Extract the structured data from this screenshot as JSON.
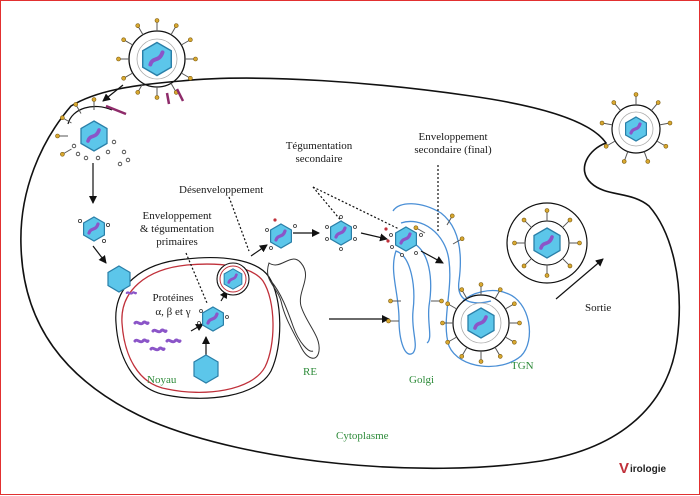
{
  "labels": {
    "desenveloppement": "Désenveloppement",
    "tegumentation_secondaire_1": "Tégumentation",
    "tegumentation_secondaire_2": "secondaire",
    "enveloppement_final_1": "Enveloppement",
    "enveloppement_final_2": "secondaire (final)",
    "enveloppement_primaire_1": "Enveloppement",
    "enveloppement_primaire_2": "& tégumentation",
    "enveloppement_primaire_3": "primaires",
    "proteines_1": "Protéines",
    "proteines_2": "α, β et γ",
    "sortie": "Sortie",
    "noyau": "Noyau",
    "re": "RE",
    "golgi": "Golgi",
    "tgn": "TGN",
    "cytoplasme": "Cytoplasme"
  },
  "logo": {
    "initial": "V",
    "text": "irologie"
  },
  "colors": {
    "border": "#e23030",
    "capsid": "#5cc6ea",
    "capsid_stroke": "#2a7fa8",
    "dna": "#8b55c8",
    "nucleus": "#c0303a",
    "golgi": "#4a8fd6",
    "spike": "#d8a830",
    "label_green": "#2e8b3a"
  }
}
